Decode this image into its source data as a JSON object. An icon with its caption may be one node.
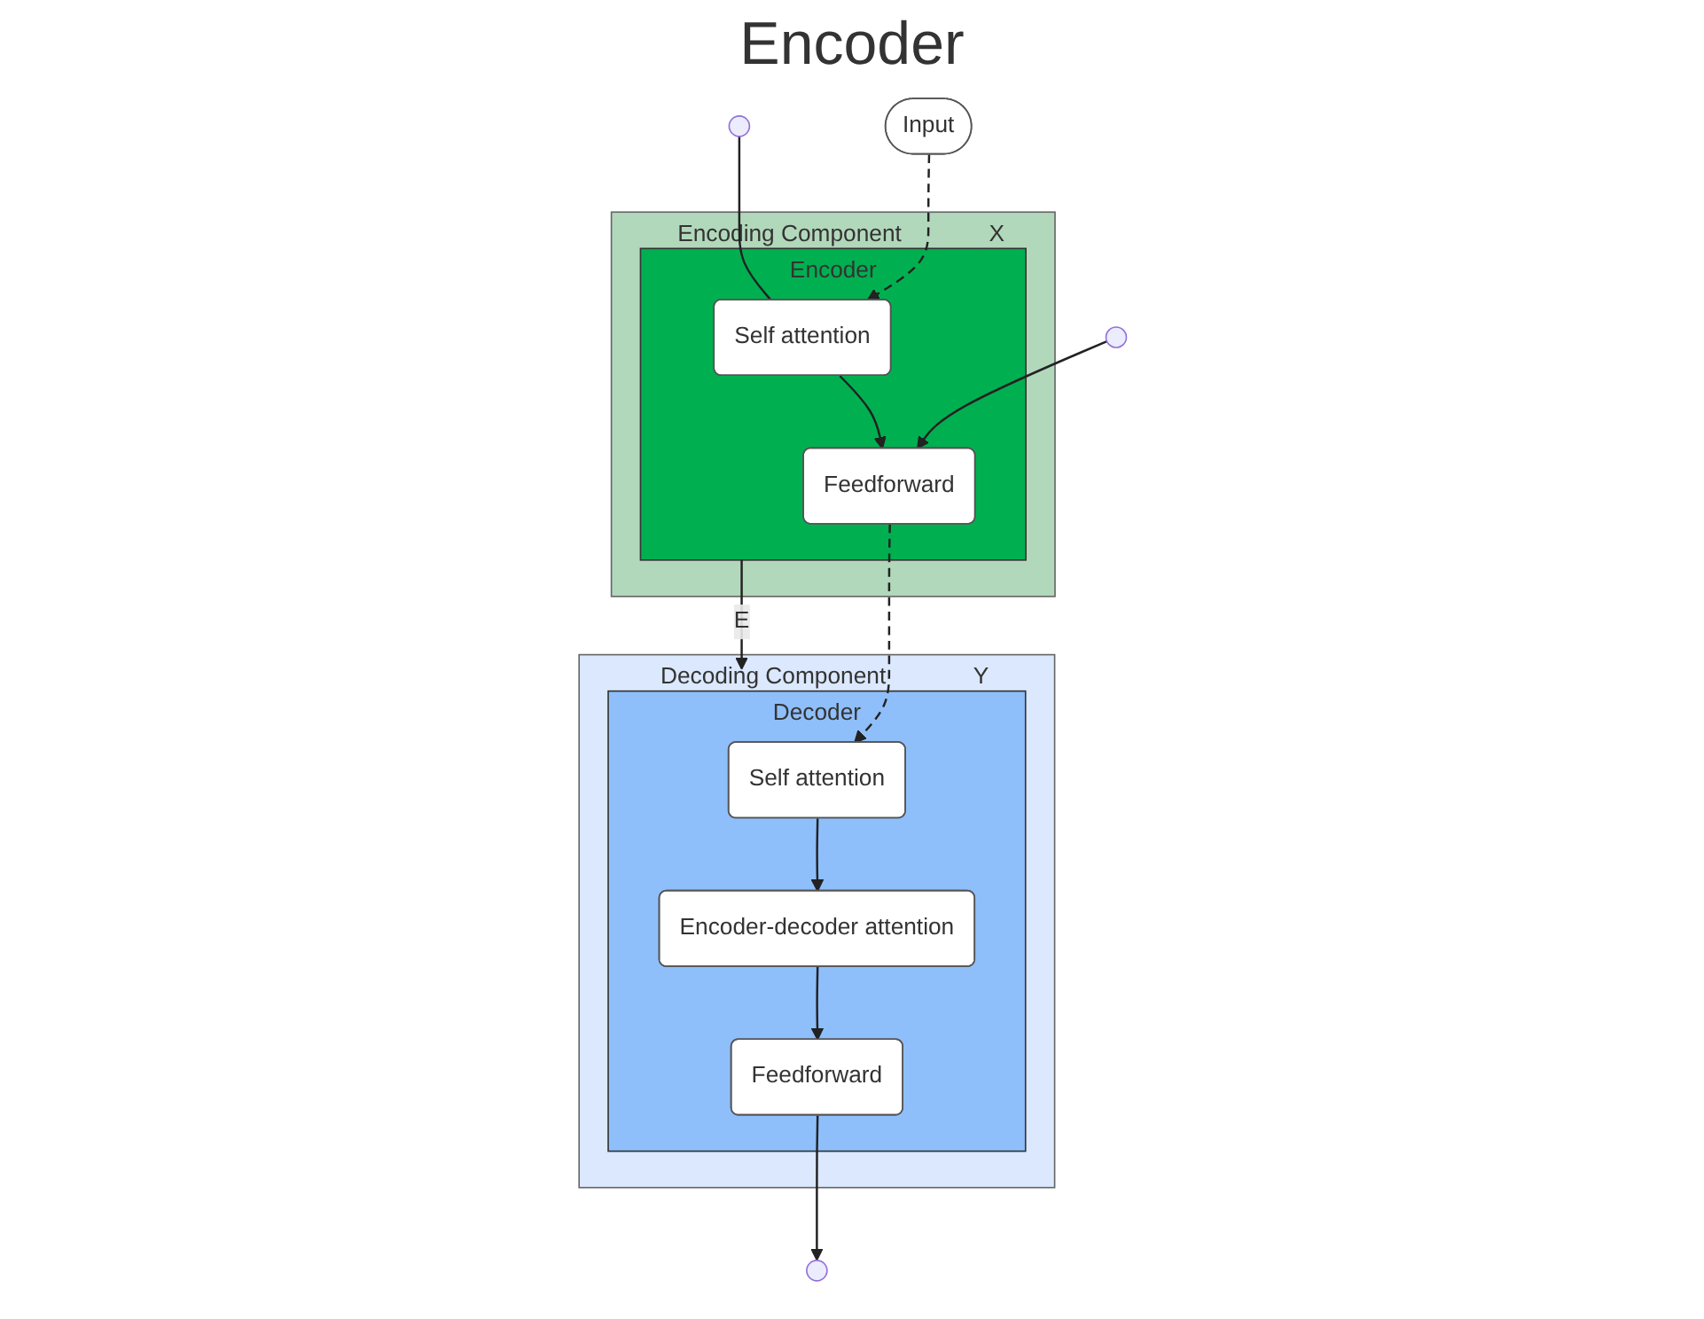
{
  "diagram": {
    "title": "Encoder",
    "nodes": [
      {
        "text": [
          "Input"
        ]
      },
      {
        "text": [
          "Encoding Component",
          "X"
        ]
      },
      {
        "text": [
          "Encoder"
        ],
        "in": 1
      },
      {
        "text": [
          "Self attention"
        ],
        "in": 2
      },
      {
        "text": [
          "Feedforward"
        ],
        "in": 2
      },
      {
        "text": [
          "Decoding Component",
          "Y"
        ]
      },
      {
        "text": [
          "Decoder"
        ],
        "in": 5
      },
      {
        "text": [
          "Self attention"
        ],
        "in": 6
      },
      {
        "text": [
          "Encoder-decoder attention"
        ],
        "in": 6
      },
      {
        "text": [
          "Feedforward"
        ],
        "in": 6
      }
    ],
    "edges": [
      {
        "from": 0,
        "to": 3,
        "arrow": "to",
        "style": "dashed"
      },
      {
        "from": 3,
        "to": 4,
        "arrow": "to"
      },
      {
        "from": null,
        "to": 4,
        "arrow": "to"
      },
      {
        "from": null,
        "to": 3,
        "arrow": "none"
      },
      {
        "from": 4,
        "to": 7,
        "arrow": "to",
        "style": "dashed"
      },
      {
        "from": 2,
        "to": 6,
        "arrow": "to",
        "label": "E"
      },
      {
        "from": 7,
        "to": 8,
        "arrow": "to"
      },
      {
        "from": 8,
        "to": 9,
        "arrow": "to"
      },
      {
        "from": 9,
        "to": null,
        "arrow": "to"
      }
    ]
  }
}
